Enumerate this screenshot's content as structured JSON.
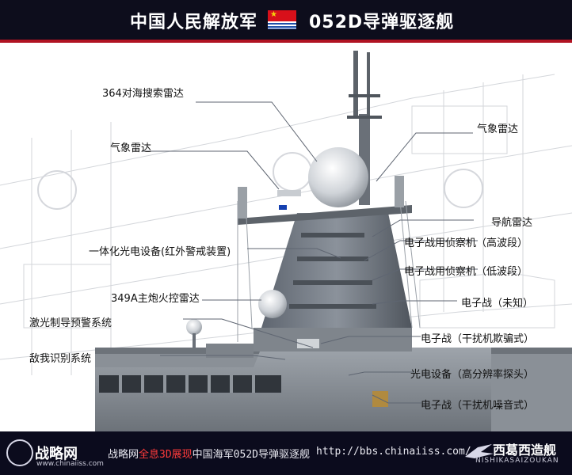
{
  "header": {
    "left_title": "中国人民解放军",
    "right_title": "052D导弹驱逐舰"
  },
  "colors": {
    "header_bg": "#0d0d1c",
    "accent_red": "#b01322",
    "flag_red": "#d8101a",
    "flag_gold": "#f3d20c",
    "flag_blue": "#1f4fa8"
  },
  "labels": {
    "radar_364": "364对海搜索雷达",
    "weather_left": "气象雷达",
    "weather_right": "气象雷达",
    "nav_radar": "导航雷达",
    "ew_recon_high": "电子战用侦察机（高波段）",
    "optronic_ir": "一体化光电设备(红外警戒装置)",
    "ew_recon_low": "电子战用侦察机（低波段）",
    "radar_349a": "349A主炮火控雷达",
    "ew_unknown": "电子战（未知）",
    "laser_warning": "激光制导预警系统",
    "ew_deceptive": "电子战（干扰机欺骗式）",
    "iff": "敌我识别系统",
    "optronic_hd": "光电设备（高分辨率探头）",
    "ew_noise": "电子战（干扰机噪音式）"
  },
  "footer": {
    "logo_text": "战略网",
    "logo_url": "www.chinaiiss.com",
    "tagline_prefix": "战略网",
    "tagline_highlight": "全息3D展现",
    "tagline_suffix": "中国海军052D导弹驱逐舰",
    "site_url": "http://bbs.chinaiiss.com/",
    "brand": "西葛西造舰",
    "brand_sub": "NISHIKASAIZOUKAN"
  }
}
